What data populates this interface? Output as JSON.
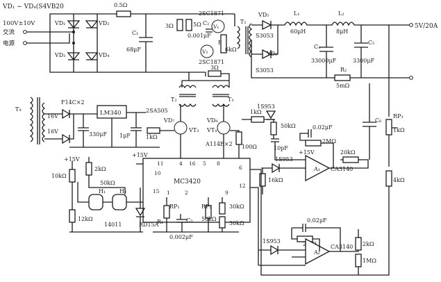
{
  "labels": {
    "vd_bridge": "VD₁ ~ VD₄(S4VB20",
    "vd1": "VD₁",
    "vd2": "VD₂",
    "vd3": "VD₃",
    "vd4": "VD₄",
    "ac_in": "100V±10V",
    "jiaoliu": "交流",
    "dianyuan": "电源",
    "r_05": "0.5Ω",
    "c1": "C₁",
    "c1_val": "68μF",
    "r3ohm": "3Ω",
    "r5ohm": "5Ω",
    "q_top": "2SC1871",
    "c2": "C₂",
    "v1": "V₁",
    "c2_val": "0.001μF",
    "v2": "V₂",
    "r_r": "R",
    "r6k": "6kΩ",
    "q_bot": "2SC1871",
    "t1": "T₁",
    "vd5": "VD₅",
    "s3053a": "S3053",
    "vd6": "VD₆",
    "s3053b": "S3053",
    "l1": "L₁",
    "l1_val": "60μH",
    "l2": "L₂",
    "l2_val": "8μH",
    "c4": "C₄",
    "c4_val": "33000μF",
    "c5": "C₅",
    "c5_val": "3300μF",
    "r2": "R₂",
    "r2_val": "5mΩ",
    "out": "5V/20A",
    "r3ohm_b": "3Ω",
    "t2": "T₂",
    "t3": "T₃",
    "t4": "T₄",
    "f14c": "F14C×2",
    "v16a": "16V",
    "v16b": "16V",
    "lm340": "LM340",
    "c330": "330μF",
    "c1u": "1μF",
    "q2sa505": "2SA505",
    "vd7": "VD₇",
    "vd8": "VD₈",
    "vt3": "VT₃",
    "vt4": "VT₄",
    "r1k_a": "1kΩ",
    "r1k_b": "1kΩ",
    "a114e": "A114E×2",
    "r100": "100Ω",
    "d1s953a": "1S953",
    "r50k": "50kΩ",
    "c002a": "0.02μF",
    "r2m_a": "2MΩ",
    "p15v_a": "+15V",
    "c10p": "10pF",
    "r20k": "20kΩ",
    "c6": "C₆",
    "rp3": "RP₃",
    "rp3_val": "1kΩ",
    "r4k": "4kΩ",
    "p15v_b": "+15V",
    "p15v_c": "+15V",
    "r2k_a": "2kΩ",
    "r10k": "10kΩ",
    "pin11": "11",
    "pin4": "4",
    "pin16": "16",
    "pin5": "5",
    "pin8": "8",
    "pin6": "6",
    "pin10": "10",
    "pin15": "15",
    "pin1": "1",
    "pin2": "2",
    "pin9": "9",
    "pin12": "12",
    "mc3420": "MC3420",
    "r16k": "16kΩ",
    "d1s953b": "1S953",
    "a1": "A₁",
    "ca3140a": "CA3140",
    "r50k_b": "50kΩ",
    "h1": "H₁",
    "h2": "H₂",
    "r12k": "12kΩ",
    "ic14011": "14011",
    "rd15a": "RD15A",
    "rp1": "RP₁",
    "rp2": "RP₂",
    "r1": "R₁",
    "c3": "C₃",
    "r50k_c": "50kΩ",
    "r30k_a": "30kΩ",
    "r30k_b": "30kΩ",
    "c0002": "0.002μF",
    "c002b": "0.02μF",
    "r2m_b": "2MΩ",
    "d1s953c": "1S953",
    "a2": "A₂",
    "ca3140b": "CA3140",
    "r2k_b": "2kΩ",
    "r1m": "1MΩ"
  }
}
